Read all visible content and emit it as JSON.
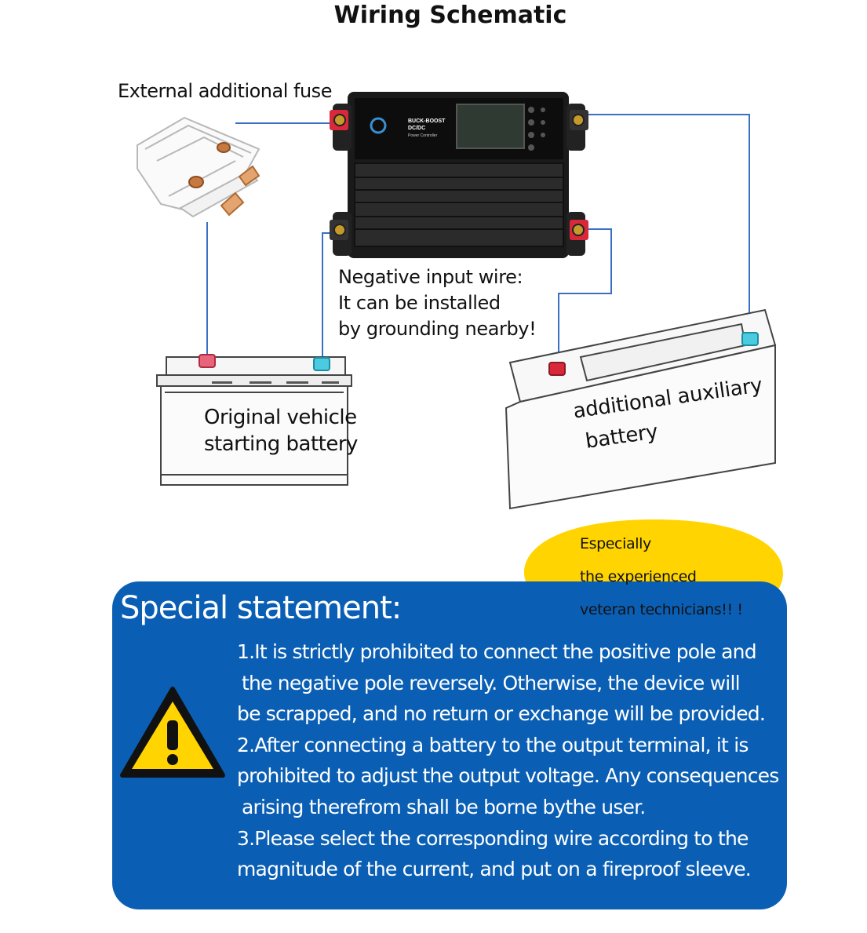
{
  "title": "Wiring Schematic",
  "labels": {
    "fuse": "External additional fuse",
    "negative_wire": [
      "Negative input wire:",
      " It can be installed",
      "by grounding nearby!"
    ],
    "original_battery": [
      "Original vehicle",
      "starting battery"
    ],
    "aux_battery": [
      "additional auxiliary",
      "battery"
    ]
  },
  "controller": {
    "line1": "BUCK-BOOST",
    "line2": "DC/DC",
    "line3": "Power Controller"
  },
  "callout": [
    "Especially",
    "the experienced",
    "veteran technicians!! !"
  ],
  "statement": {
    "title": "Special statement:",
    "lines": [
      "1.It is strictly prohibited to connect the positive pole and",
      " the negative pole reversely. Otherwise, the device will",
      "be scrapped, and no return or exchange will be provided.",
      "2.After connecting a battery to the output terminal, it is",
      "prohibited to adjust the output voltage. Any consequences",
      " arising therefrom shall be borne bythe user.",
      "3.Please select the corresponding wire according to the",
      "magnitude of the current, and put on a fireproof sleeve."
    ]
  },
  "colors": {
    "wire": "#3a6fc4",
    "panel": "#0a5fb4",
    "callout": "#ffd400",
    "warning": "#ffd400",
    "positive_terminal": "#d8283a",
    "negative_terminal": "#35b9d6"
  }
}
